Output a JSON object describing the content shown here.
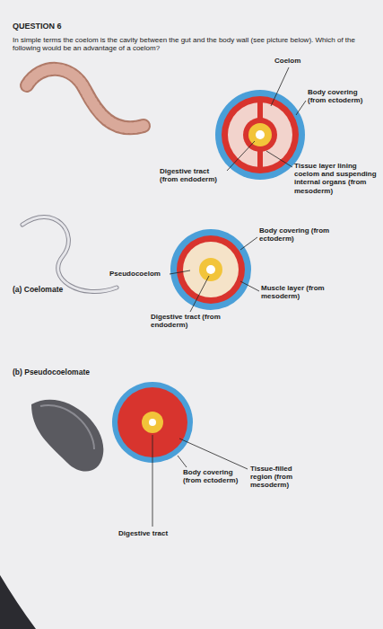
{
  "diagram": {
    "title": "QUESTION 6",
    "labels": [
      "In simple terms the coelom is the cavity between the gut and the body wall (see picture below). Which of the following would be an advantage of a coelom?",
      "Coelom",
      "Body covering (from ectoderm)",
      "Tissue layer lining coelom and suspending internal organs (from mesoderm)",
      "Digestive tract (from endoderm)",
      "(a) Coelomate",
      "Body covering (from ectoderm)",
      "Pseudocoelom",
      "Muscle layer (from mesoderm)",
      "Digestive tract (from endoderm)",
      "(b) Pseudocoelomate",
      "Body covering (from ectoderm)",
      "Tissue-filled region (from mesoderm)",
      "Digestive tract"
    ]
  }
}
